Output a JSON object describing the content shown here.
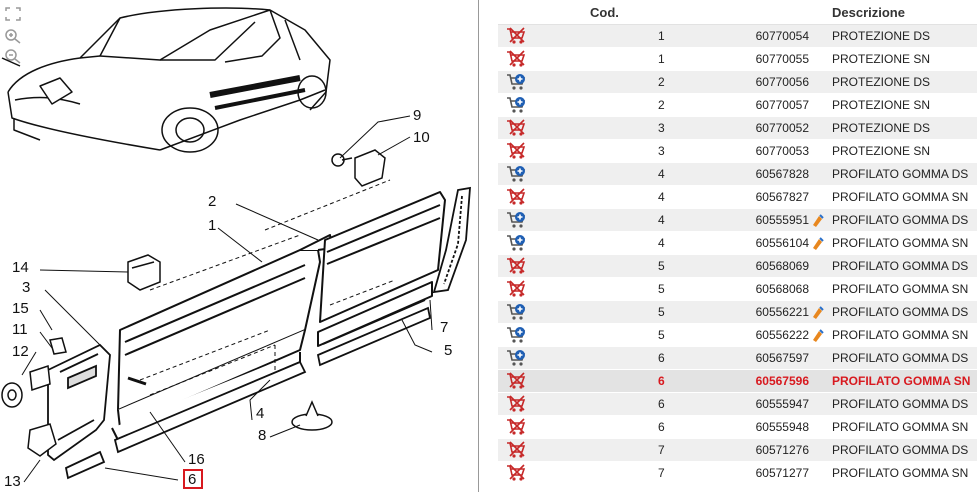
{
  "diagram": {
    "tools": [
      "fullscreen-icon",
      "zoom-in-icon",
      "zoom-out-icon"
    ],
    "callouts": [
      "1",
      "2",
      "3",
      "4",
      "5",
      "6",
      "7",
      "8",
      "9",
      "10",
      "11",
      "12",
      "13",
      "14",
      "15",
      "16"
    ],
    "selected_callout": "6"
  },
  "table": {
    "headers": {
      "num": "Cod.",
      "desc": "Descrizione"
    },
    "rows": [
      {
        "icon": "cart-remove-icon",
        "num": "1",
        "code": "60770054",
        "desc": "PROTEZIONE DS",
        "warn": false,
        "selected": false
      },
      {
        "icon": "cart-remove-icon",
        "num": "1",
        "code": "60770055",
        "desc": "PROTEZIONE SN",
        "warn": false,
        "selected": false
      },
      {
        "icon": "cart-add-icon",
        "num": "2",
        "code": "60770056",
        "desc": "PROTEZIONE DS",
        "warn": false,
        "selected": false
      },
      {
        "icon": "cart-add-icon",
        "num": "2",
        "code": "60770057",
        "desc": "PROTEZIONE SN",
        "warn": false,
        "selected": false
      },
      {
        "icon": "cart-remove-icon",
        "num": "3",
        "code": "60770052",
        "desc": "PROTEZIONE DS",
        "warn": false,
        "selected": false
      },
      {
        "icon": "cart-remove-icon",
        "num": "3",
        "code": "60770053",
        "desc": "PROTEZIONE SN",
        "warn": false,
        "selected": false
      },
      {
        "icon": "cart-add-icon",
        "num": "4",
        "code": "60567828",
        "desc": "PROFILATO GOMMA DS",
        "warn": false,
        "selected": false
      },
      {
        "icon": "cart-remove-icon",
        "num": "4",
        "code": "60567827",
        "desc": "PROFILATO GOMMA SN",
        "warn": false,
        "selected": false
      },
      {
        "icon": "cart-add-icon",
        "num": "4",
        "code": "60555951",
        "desc": "PROFILATO GOMMA DS",
        "warn": true,
        "selected": false
      },
      {
        "icon": "cart-add-icon",
        "num": "4",
        "code": "60556104",
        "desc": "PROFILATO GOMMA SN",
        "warn": true,
        "selected": false
      },
      {
        "icon": "cart-remove-icon",
        "num": "5",
        "code": "60568069",
        "desc": "PROFILATO GOMMA DS",
        "warn": false,
        "selected": false
      },
      {
        "icon": "cart-remove-icon",
        "num": "5",
        "code": "60568068",
        "desc": "PROFILATO GOMMA SN",
        "warn": false,
        "selected": false
      },
      {
        "icon": "cart-add-icon",
        "num": "5",
        "code": "60556221",
        "desc": "PROFILATO GOMMA DS",
        "warn": true,
        "selected": false
      },
      {
        "icon": "cart-add-icon",
        "num": "5",
        "code": "60556222",
        "desc": "PROFILATO GOMMA SN",
        "warn": true,
        "selected": false
      },
      {
        "icon": "cart-add-icon",
        "num": "6",
        "code": "60567597",
        "desc": "PROFILATO GOMMA DS",
        "warn": false,
        "selected": false
      },
      {
        "icon": "cart-remove-icon",
        "num": "6",
        "code": "60567596",
        "desc": "PROFILATO GOMMA SN",
        "warn": false,
        "selected": true
      },
      {
        "icon": "cart-remove-icon",
        "num": "6",
        "code": "60555947",
        "desc": "PROFILATO GOMMA DS",
        "warn": false,
        "selected": false
      },
      {
        "icon": "cart-remove-icon",
        "num": "6",
        "code": "60555948",
        "desc": "PROFILATO GOMMA SN",
        "warn": false,
        "selected": false
      },
      {
        "icon": "cart-remove-icon",
        "num": "7",
        "code": "60571276",
        "desc": "PROFILATO GOMMA DS",
        "warn": false,
        "selected": false
      },
      {
        "icon": "cart-remove-icon",
        "num": "7",
        "code": "60571277",
        "desc": "PROFILATO GOMMA SN",
        "warn": false,
        "selected": false
      }
    ]
  },
  "colors": {
    "selected_text": "#d8191f",
    "cart_red": "#c62828",
    "cart_blue": "#1f5fb4",
    "warn_orange": "#e8871e"
  }
}
